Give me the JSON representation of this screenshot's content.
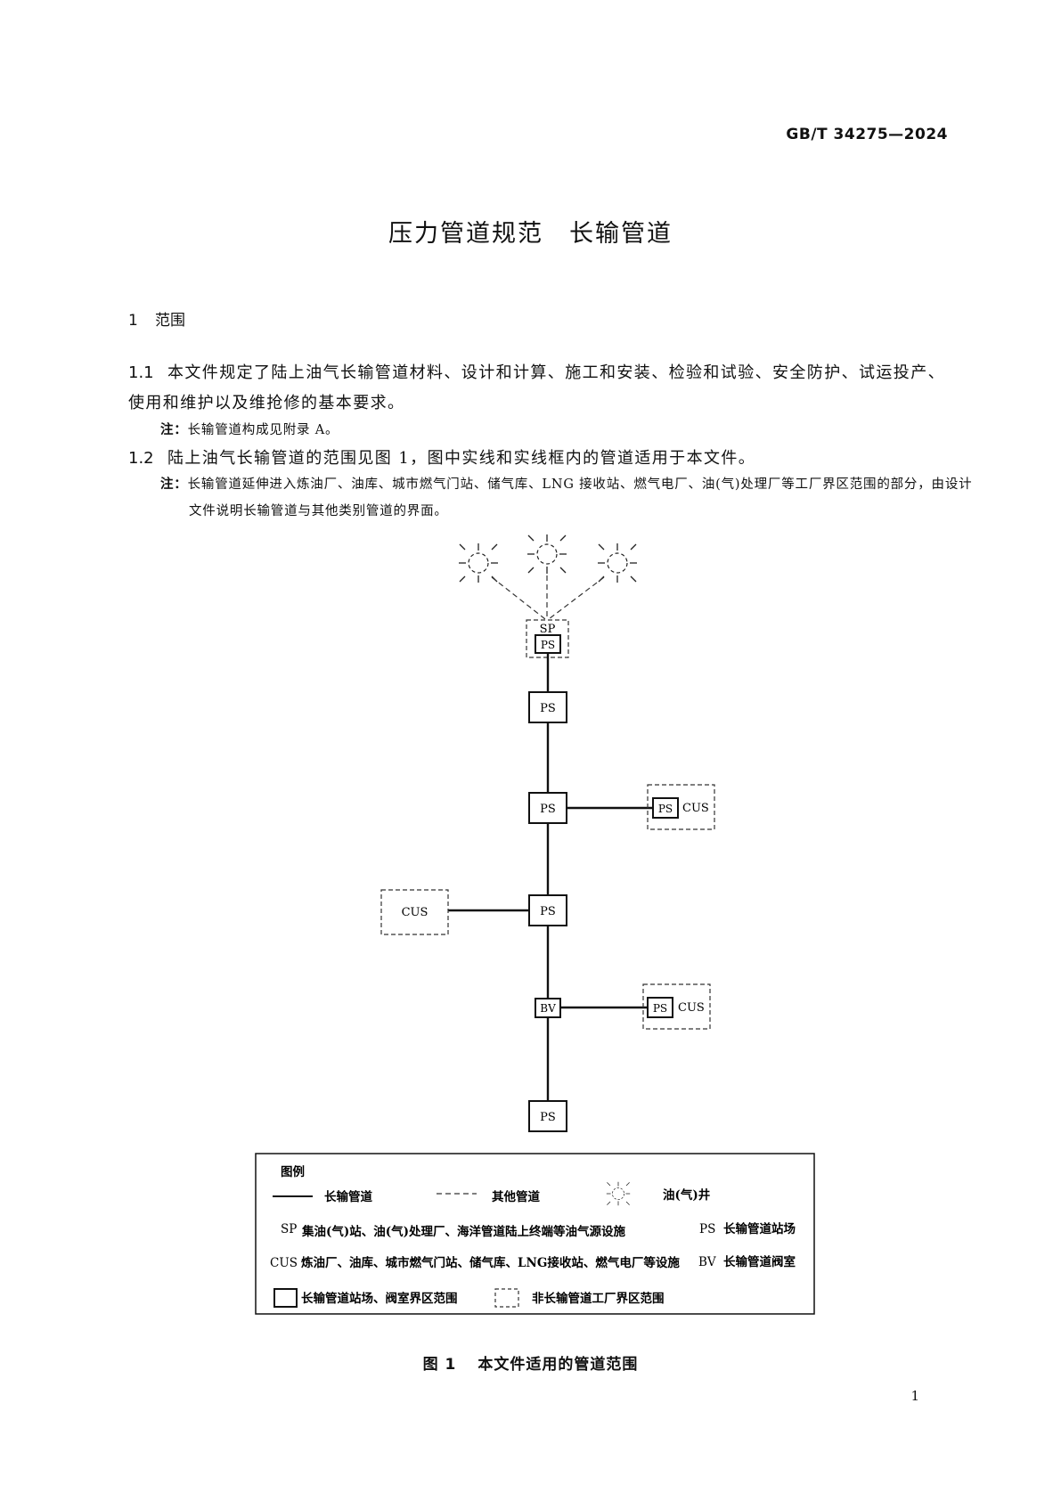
{
  "header": {
    "standard_number": "GB/T 34275—2024"
  },
  "title": "压力管道规范　长输管道",
  "section": {
    "number": "1",
    "title": "范围"
  },
  "clauses": [
    {
      "number": "1.1",
      "text": "本文件规定了陆上油气长输管道材料、设计和计算、施工和安装、检验和试验、安全防护、试运投产、使用和维护以及维抢修的基本要求。"
    },
    {
      "number": "1.2",
      "text": "陆上油气长输管道的范围见图 1，图中实线和实线框内的管道适用于本文件。"
    }
  ],
  "notes": [
    {
      "label": "注：",
      "text": "长输管道构成见附录 A。"
    },
    {
      "label": "注：",
      "text": "长输管道延伸进入炼油厂、油库、城市燃气门站、储气库、LNG 接收站、燃气电厂、油(气)处理厂等工厂界区范围的部分，由设计文件说明长输管道与其他类别管道的界面。"
    }
  ],
  "diagram": {
    "labels": {
      "sp": "SP",
      "ps": "PS",
      "cus": "CUS",
      "bv": "BV"
    },
    "legend": {
      "title": "图例",
      "long_pipeline": "长输管道",
      "other_pipeline": "其他管道",
      "well": "油(气)井",
      "sp_abbr": "SP",
      "sp_desc": "集油(气)站、油(气)处理厂、海洋管道陆上终端等油气源设施",
      "ps_abbr": "PS",
      "ps_desc": "长输管道站场",
      "cus_abbr": "CUS",
      "cus_desc": "炼油厂、油库、城市燃气门站、储气库、LNG接收站、燃气电厂等设施",
      "bv_abbr": "BV",
      "bv_desc": "长输管道阀室",
      "solid_box": "长输管道站场、阀室界区范围",
      "dashed_box": "非长输管道工厂界区范围"
    }
  },
  "figure_caption": {
    "number": "图 1",
    "title": "本文件适用的管道范围"
  },
  "page_number": "1"
}
